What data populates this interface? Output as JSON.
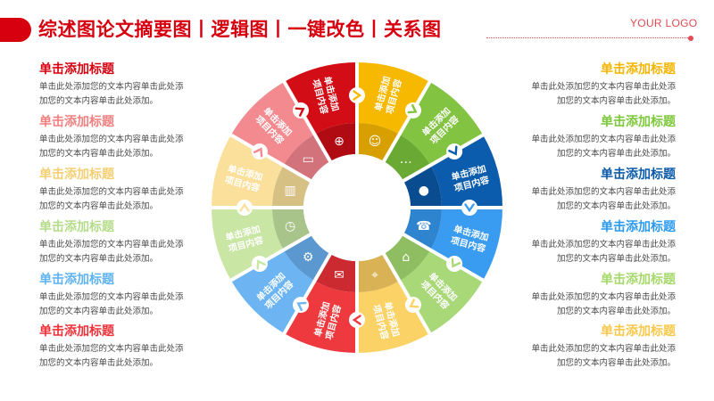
{
  "header": {
    "title": "综述图论文摘要图丨逻辑图丨一键改色丨关系图",
    "logo": "YOUR LOGO",
    "accent": "#d6000f"
  },
  "left_items": [
    {
      "title": "单击添加标题",
      "desc": "单击此处添加您的文本内容单击此处添加您的文本内容单击此处添加。",
      "color": "#d6000f"
    },
    {
      "title": "单击添加标题",
      "desc": "单击此处添加您的文本内容单击此处添加您的文本内容单击此处添加。",
      "color": "#f08080"
    },
    {
      "title": "单击添加标题",
      "desc": "单击此处添加您的文本内容单击此处添加您的文本内容单击此处添加。",
      "color": "#f5cf73"
    },
    {
      "title": "单击添加标题",
      "desc": "单击此处添加您的文本内容单击此处添加您的文本内容单击此处添加。",
      "color": "#b5dc8a"
    },
    {
      "title": "单击添加标题",
      "desc": "单击此处添加您的文本内容单击此处添加您的文本内容单击此处添加。",
      "color": "#5fb3ef"
    },
    {
      "title": "单击添加标题",
      "desc": "单击此处添加您的文本内容单击此处添加您的文本内容单击此处添加。",
      "color": "#ee3038"
    }
  ],
  "right_items": [
    {
      "title": "单击添加标题",
      "desc": "单击此处添加您的文本内容单击此处添加您的文本内容单击此处添加。",
      "color": "#f5b400"
    },
    {
      "title": "单击添加标题",
      "desc": "单击此处添加您的文本内容单击此处添加您的文本内容单击此处添加。",
      "color": "#7cc73a"
    },
    {
      "title": "单击添加标题",
      "desc": "单击此处添加您的文本内容单击此处添加您的文本内容单击此处添加。",
      "color": "#0a5aa8"
    },
    {
      "title": "单击添加标题",
      "desc": "单击此处添加您的文本内容单击此处添加您的文本内容单击此处添加。",
      "color": "#2b9af0"
    },
    {
      "title": "单击添加标题",
      "desc": "单击此处添加您的文本内容单击此处添加您的文本内容单击此处添加。",
      "color": "#a6d96a"
    },
    {
      "title": "单击添加标题",
      "desc": "单击此处添加您的文本内容单击此处添加您的文本内容单击此处添加。",
      "color": "#f9c84a"
    }
  ],
  "wheel": {
    "segments": [
      {
        "label1": "单击添加",
        "label2": "项目内容",
        "color": "#f7b900",
        "inner": "#d89f00",
        "icon": "user-icon"
      },
      {
        "label1": "单击添加",
        "label2": "项目内容",
        "color": "#82c341",
        "inner": "#6aa933",
        "icon": "chat-bubble-icon"
      },
      {
        "label1": "单击添加",
        "label2": "项目内容",
        "color": "#0b5cad",
        "inner": "#094c90",
        "icon": "drop-icon"
      },
      {
        "label1": "单击添加",
        "label2": "项目内容",
        "color": "#3a9cf0",
        "inner": "#2f84cf",
        "icon": "phone-icon"
      },
      {
        "label1": "单击添加",
        "label2": "项目内容",
        "color": "#a9d878",
        "inner": "#8fbd62",
        "icon": "home-icon"
      },
      {
        "label1": "单击添加",
        "label2": "项目内容",
        "color": "#fbd266",
        "inner": "#d9b255",
        "icon": "location-pin-icon"
      },
      {
        "label1": "单击添加",
        "label2": "项目内容",
        "color": "#ee3a3f",
        "inner": "#cc2a31",
        "icon": "mail-icon"
      },
      {
        "label1": "单击添加",
        "label2": "项目内容",
        "color": "#6cb5f2",
        "inner": "#5a98cf",
        "icon": "gear-icon"
      },
      {
        "label1": "单击添加",
        "label2": "项目内容",
        "color": "#c9e6a4",
        "inner": "#a9c48a",
        "icon": "clock-icon"
      },
      {
        "label1": "单击添加",
        "label2": "项目内容",
        "color": "#fbe09c",
        "inner": "#d7c084",
        "icon": "book-icon"
      },
      {
        "label1": "单击添加",
        "label2": "项目内容",
        "color": "#f38a8f",
        "inner": "#d2727a",
        "icon": "monitor-icon"
      },
      {
        "label1": "单击添加",
        "label2": "项目内容",
        "color": "#d20d16",
        "inner": "#b00a12",
        "icon": "globe-icon"
      }
    ]
  }
}
